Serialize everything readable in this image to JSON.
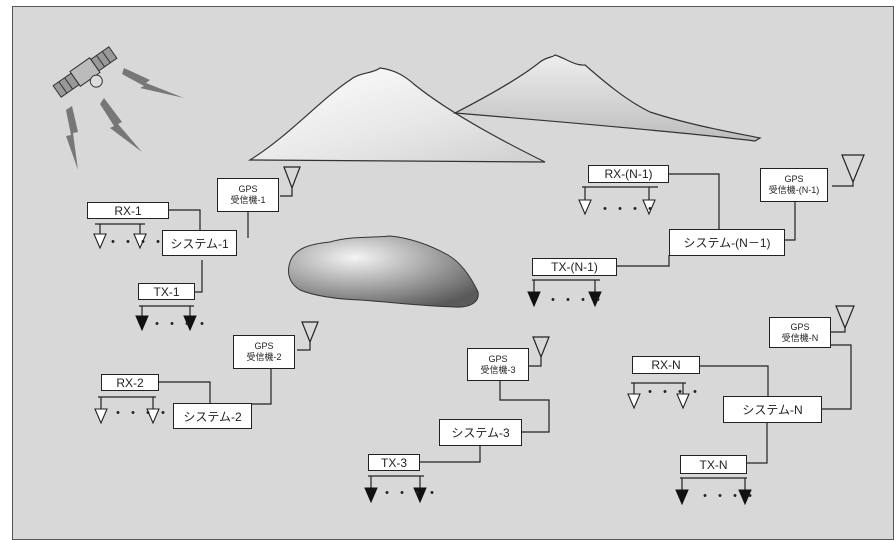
{
  "systems": [
    {
      "rx": "RX-1",
      "tx": "TX-1",
      "gps_line1": "GPS",
      "gps_line2": "受信機-1",
      "system": "システム-1"
    },
    {
      "rx": "RX-2",
      "gps_line1": "GPS",
      "gps_line2": "受信機-2",
      "system": "システム-2"
    },
    {
      "tx": "TX-3",
      "gps_line1": "GPS",
      "gps_line2": "受信機-3",
      "system": "システム-3"
    },
    {
      "rx": "RX-(N-1)",
      "tx": "TX-(N-1)",
      "gps_line1": "GPS",
      "gps_line2": "受信機-(N-1)",
      "system": "システム-(N－1)"
    },
    {
      "rx": "RX-N",
      "tx": "TX-N",
      "gps_line1": "GPS",
      "gps_line2": "受信機-N",
      "system": "システム-N"
    }
  ],
  "dots": "・・・・",
  "colors": {
    "background": "#d8d8d8",
    "box": "#ffffff",
    "line": "#222222"
  },
  "icons": [
    "satellite-icon",
    "signal-bolt-icon",
    "mountain-icon",
    "rock-icon",
    "antenna-icon"
  ]
}
